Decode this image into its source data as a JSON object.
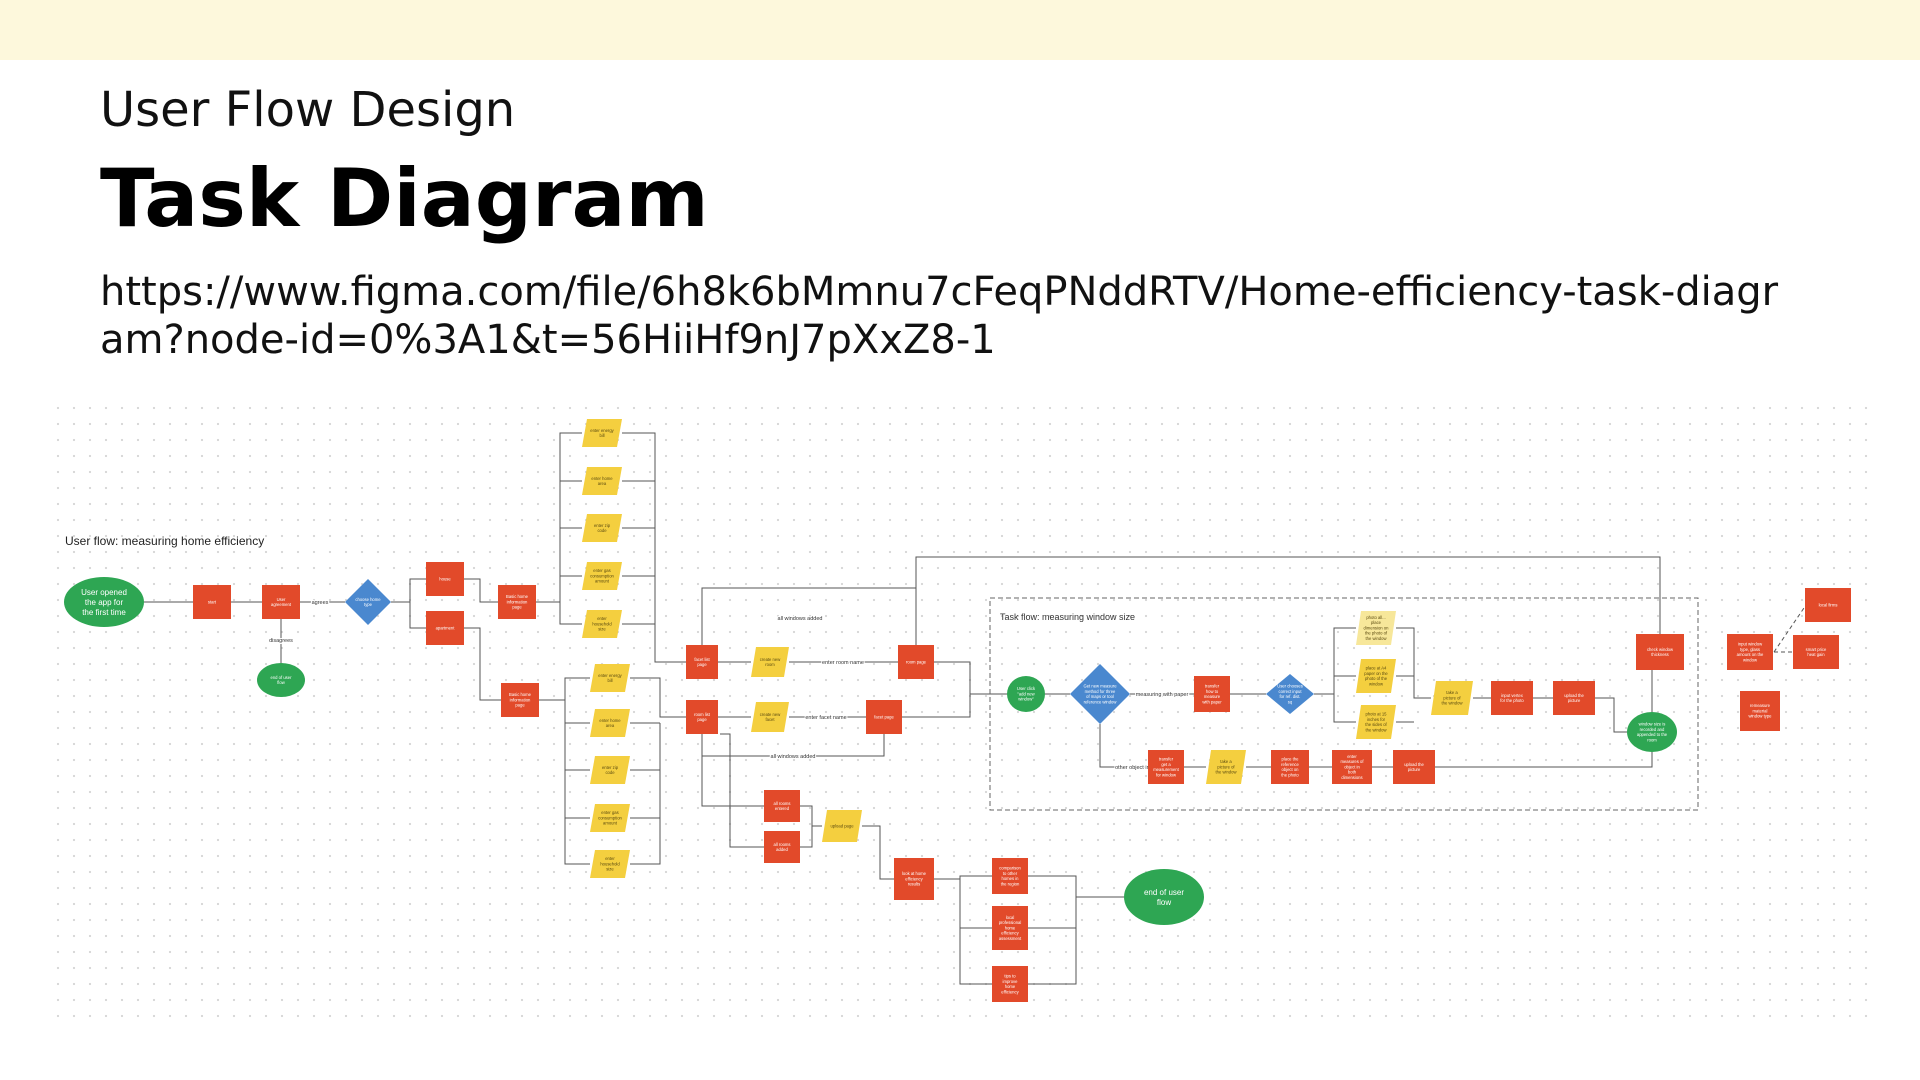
{
  "header": {
    "eyebrow": "User Flow Design",
    "title": "Task Diagram",
    "url": "https://www.figma.com/file/6h8k6bMmnu7cFeqPNddRTV/Home-efficiency-task-diagram?node-id=0%3A1&t=56HiiHf9nJ7pXxZ8-1"
  },
  "diagram": {
    "flow_title": "User flow: measuring home efficiency",
    "subflow_title": "Task flow: measuring window size",
    "colors": {
      "process": "#e24a2a",
      "data": "#f4cf3f",
      "data_light": "#f7e79a",
      "terminal": "#2ea653",
      "decision": "#4a88cf",
      "line": "#555555",
      "frame": "#666666"
    },
    "nodes": [
      {
        "id": "user_opened",
        "type": "terminal",
        "label": "User opened the app for the first time"
      },
      {
        "id": "start",
        "type": "process",
        "label": "start"
      },
      {
        "id": "user_agreement",
        "type": "process",
        "label": "User agreement"
      },
      {
        "id": "end_flow_1",
        "type": "terminal",
        "label": "end of user flow"
      },
      {
        "id": "choose_type",
        "type": "decision",
        "label": "choose home type"
      },
      {
        "id": "house",
        "type": "process",
        "label": "house"
      },
      {
        "id": "apartment",
        "type": "process",
        "label": "apartment"
      },
      {
        "id": "basic_info_1",
        "type": "process",
        "label": "Basic home information page"
      },
      {
        "id": "basic_info_2",
        "type": "process",
        "label": "Basic home information page"
      },
      {
        "id": "h_energy",
        "type": "data",
        "label": "enter energy bill"
      },
      {
        "id": "h_area",
        "type": "data",
        "label": "enter home area"
      },
      {
        "id": "h_zip",
        "type": "data",
        "label": "enter zip code"
      },
      {
        "id": "h_gas",
        "type": "data",
        "label": "enter gas consumption amount"
      },
      {
        "id": "h_people",
        "type": "data",
        "label": "enter household size"
      },
      {
        "id": "a_energy",
        "type": "data",
        "label": "enter energy bill"
      },
      {
        "id": "a_area",
        "type": "data",
        "label": "enter home area"
      },
      {
        "id": "a_zip",
        "type": "data",
        "label": "enter zip code"
      },
      {
        "id": "a_gas",
        "type": "data",
        "label": "enter gas consumption amount"
      },
      {
        "id": "a_people",
        "type": "data",
        "label": "enter household size"
      },
      {
        "id": "facet_list",
        "type": "process",
        "label": "facet list page"
      },
      {
        "id": "room_list",
        "type": "process",
        "label": "room list page"
      },
      {
        "id": "create_room",
        "type": "data",
        "label": "create new room"
      },
      {
        "id": "create_facet",
        "type": "data",
        "label": "create new facet"
      },
      {
        "id": "room_page",
        "type": "process",
        "label": "room page"
      },
      {
        "id": "facet_page",
        "type": "process",
        "label": "facet page"
      },
      {
        "id": "rooms_entered",
        "type": "process",
        "label": "all rooms entered"
      },
      {
        "id": "rooms_added",
        "type": "process",
        "label": "all rooms added"
      },
      {
        "id": "upload_page",
        "type": "data",
        "label": "upload page"
      },
      {
        "id": "look_results",
        "type": "process",
        "label": "look at home efficiency results"
      },
      {
        "id": "comparison",
        "type": "process",
        "label": "comparison to other homes in the region"
      },
      {
        "id": "local_pro",
        "type": "process",
        "label": "local professional home efficiency assessment"
      },
      {
        "id": "tips",
        "type": "process",
        "label": "tips to improve home efficiency"
      },
      {
        "id": "end_flow_2",
        "type": "terminal",
        "label": "end of user flow"
      },
      {
        "id": "user_click",
        "type": "terminal",
        "label": "User click \"add new window\""
      },
      {
        "id": "method_decision",
        "type": "decision",
        "label": "Get new measure method for three of maps or tool reference window"
      },
      {
        "id": "transfer_paper",
        "type": "process",
        "label": "transfer how to measure with paper"
      },
      {
        "id": "correct_ref",
        "type": "decision",
        "label": "User chooses correct input for ref. dist. sq"
      },
      {
        "id": "w_photo_note",
        "type": "data_light",
        "label": "photo all... place dimension on the photo of the window"
      },
      {
        "id": "w_paper_photo",
        "type": "data",
        "label": "place at A4 paper on the photo of the window"
      },
      {
        "id": "w_photo_sides",
        "type": "data",
        "label": "photo at 15 inches for the sides of the window"
      },
      {
        "id": "w_take_picture",
        "type": "data",
        "label": "take a picture of the window"
      },
      {
        "id": "w_input",
        "type": "process",
        "label": "input vertex for the photo"
      },
      {
        "id": "w_upload",
        "type": "process",
        "label": "upload the picture"
      },
      {
        "id": "w_transfer_measure",
        "type": "process",
        "label": "transfer get a measurement for window"
      },
      {
        "id": "w_take_picture_2",
        "type": "data",
        "label": "take a picture of the window"
      },
      {
        "id": "w_place_ref",
        "type": "process",
        "label": "place the reference object on the photo"
      },
      {
        "id": "w_enter_measure",
        "type": "process",
        "label": "enter measures of object in both dimensions"
      },
      {
        "id": "w_upload_2",
        "type": "process",
        "label": "upload the picture"
      },
      {
        "id": "window_added",
        "type": "terminal",
        "label": "window size is recorded and appended to the room"
      },
      {
        "id": "check_results",
        "type": "process",
        "label": "check window thickness"
      },
      {
        "id": "input_window",
        "type": "process",
        "label": "input window type, glass amount on the window"
      },
      {
        "id": "local_firms",
        "type": "process",
        "label": "local firms"
      },
      {
        "id": "smart_price",
        "type": "process",
        "label": "smart price heat gain"
      },
      {
        "id": "remeasure",
        "type": "process",
        "label": "remeasure material window type"
      }
    ],
    "edge_labels": [
      {
        "id": "agrees",
        "label": "agrees"
      },
      {
        "id": "disagrees",
        "label": "disagrees"
      },
      {
        "id": "windows_added_1",
        "label": "all windows added"
      },
      {
        "id": "enter_room_name",
        "label": "enter room name"
      },
      {
        "id": "enter_facet_name",
        "label": "enter facet name"
      },
      {
        "id": "windows_added_2",
        "label": "all windows added"
      },
      {
        "id": "measuring_paper",
        "label": "measuring with paper"
      },
      {
        "id": "other_object",
        "label": "other object in photo"
      }
    ]
  }
}
